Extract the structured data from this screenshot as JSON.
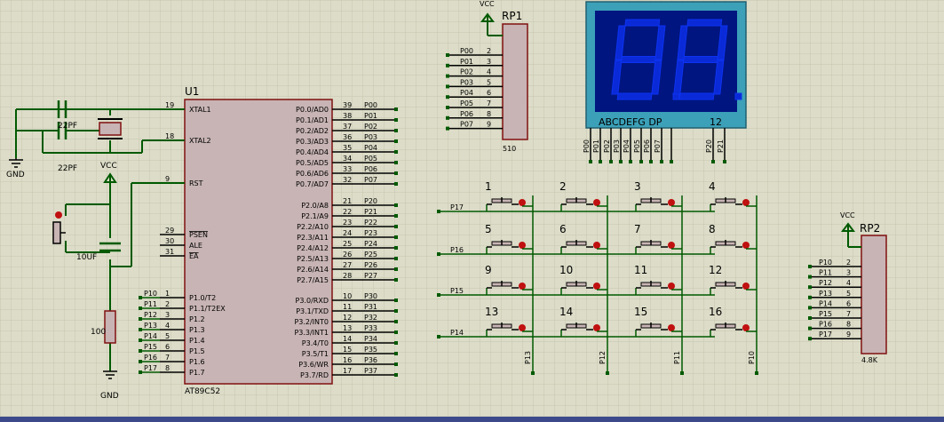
{
  "u1": {
    "ref": "U1",
    "part": "AT89C52",
    "left_pins": [
      {
        "num": "19",
        "name": "XTAL1"
      },
      {
        "num": "18",
        "name": "XTAL2"
      },
      {
        "num": "9",
        "name": "RST"
      },
      {
        "num": "29",
        "name": "PSEN"
      },
      {
        "num": "30",
        "name": "ALE"
      },
      {
        "num": "31",
        "name": "EA"
      },
      {
        "num": "1",
        "name": "P1.0/T2",
        "net": "P10"
      },
      {
        "num": "2",
        "name": "P1.1/T2EX",
        "net": "P11"
      },
      {
        "num": "3",
        "name": "P1.2",
        "net": "P12"
      },
      {
        "num": "4",
        "name": "P1.3",
        "net": "P13"
      },
      {
        "num": "5",
        "name": "P1.4",
        "net": "P14"
      },
      {
        "num": "6",
        "name": "P1.5",
        "net": "P15"
      },
      {
        "num": "7",
        "name": "P1.6",
        "net": "P16"
      },
      {
        "num": "8",
        "name": "P1.7",
        "net": "P17"
      }
    ],
    "right_pins": [
      {
        "num": "39",
        "name": "P0.0/AD0",
        "net": "P00"
      },
      {
        "num": "38",
        "name": "P0.1/AD1",
        "net": "P01"
      },
      {
        "num": "37",
        "name": "P0.2/AD2",
        "net": "P02"
      },
      {
        "num": "36",
        "name": "P0.3/AD3",
        "net": "P03"
      },
      {
        "num": "35",
        "name": "P0.4/AD4",
        "net": "P04"
      },
      {
        "num": "34",
        "name": "P0.5/AD5",
        "net": "P05"
      },
      {
        "num": "33",
        "name": "P0.6/AD6",
        "net": "P06"
      },
      {
        "num": "32",
        "name": "P0.7/AD7",
        "net": "P07"
      },
      {
        "num": "21",
        "name": "P2.0/A8",
        "net": "P20"
      },
      {
        "num": "22",
        "name": "P2.1/A9",
        "net": "P21"
      },
      {
        "num": "23",
        "name": "P2.2/A10",
        "net": "P22"
      },
      {
        "num": "24",
        "name": "P2.3/A11",
        "net": "P23"
      },
      {
        "num": "25",
        "name": "P2.4/A12",
        "net": "P24"
      },
      {
        "num": "26",
        "name": "P2.5/A13",
        "net": "P25"
      },
      {
        "num": "27",
        "name": "P2.6/A14",
        "net": "P26"
      },
      {
        "num": "28",
        "name": "P2.7/A15",
        "net": "P27"
      },
      {
        "num": "10",
        "name": "P3.0/RXD",
        "net": "P30"
      },
      {
        "num": "11",
        "name": "P3.1/TXD",
        "net": "P31"
      },
      {
        "num": "12",
        "name": "P3.2/INT0",
        "net": "P32"
      },
      {
        "num": "13",
        "name": "P3.3/INT1",
        "net": "P33"
      },
      {
        "num": "14",
        "name": "P3.4/T0",
        "net": "P34"
      },
      {
        "num": "15",
        "name": "P3.5/T1",
        "net": "P35"
      },
      {
        "num": "16",
        "name": "P3.6/WR",
        "net": "P36"
      },
      {
        "num": "17",
        "name": "P3.7/RD",
        "net": "P37"
      }
    ]
  },
  "components": {
    "c1": "22PF",
    "c2": "22PF",
    "c3": "10UF",
    "r1": "100",
    "gnd1": "GND",
    "gnd2": "GND",
    "vcc1": "VCC",
    "vcc2": "VCC",
    "vcc3": "VCC"
  },
  "rp1": {
    "ref": "RP1",
    "value": "510",
    "pins": [
      {
        "num": "2",
        "net": "P00"
      },
      {
        "num": "3",
        "net": "P01"
      },
      {
        "num": "4",
        "net": "P02"
      },
      {
        "num": "5",
        "net": "P03"
      },
      {
        "num": "6",
        "net": "P04"
      },
      {
        "num": "7",
        "net": "P05"
      },
      {
        "num": "8",
        "net": "P06"
      },
      {
        "num": "9",
        "net": "P07"
      }
    ]
  },
  "rp2": {
    "ref": "RP2",
    "value": "4.8K",
    "pins": [
      {
        "num": "2",
        "net": "P10"
      },
      {
        "num": "3",
        "net": "P11"
      },
      {
        "num": "4",
        "net": "P12"
      },
      {
        "num": "5",
        "net": "P13"
      },
      {
        "num": "6",
        "net": "P14"
      },
      {
        "num": "7",
        "net": "P15"
      },
      {
        "num": "8",
        "net": "P16"
      },
      {
        "num": "9",
        "net": "P17"
      }
    ]
  },
  "display": {
    "segments_label": "ABCDEFG  DP",
    "digits_label": "12",
    "seg_nets": [
      "P00",
      "P01",
      "P02",
      "P03",
      "P04",
      "P05",
      "P06",
      "P07"
    ],
    "digit_nets": [
      "P20",
      "P21"
    ],
    "colors": {
      "bezel": "#3ba0b8",
      "screen": "#001580",
      "segment": "#0a2ad8"
    }
  },
  "keypad": {
    "keys": [
      "1",
      "2",
      "3",
      "4",
      "5",
      "6",
      "7",
      "8",
      "9",
      "10",
      "11",
      "12",
      "13",
      "14",
      "15",
      "16"
    ],
    "rows": [
      "P17",
      "P16",
      "P15",
      "P14"
    ],
    "cols": [
      "P13",
      "P12",
      "P11",
      "P10"
    ]
  },
  "colors": {
    "wire": "#005a00",
    "body_fill": "#c8b4b4",
    "body_stroke": "#801010",
    "pin_text": "#000000",
    "grid": "#c9c9b3",
    "background": "#dcdcc8",
    "terminal": "#c01010"
  }
}
